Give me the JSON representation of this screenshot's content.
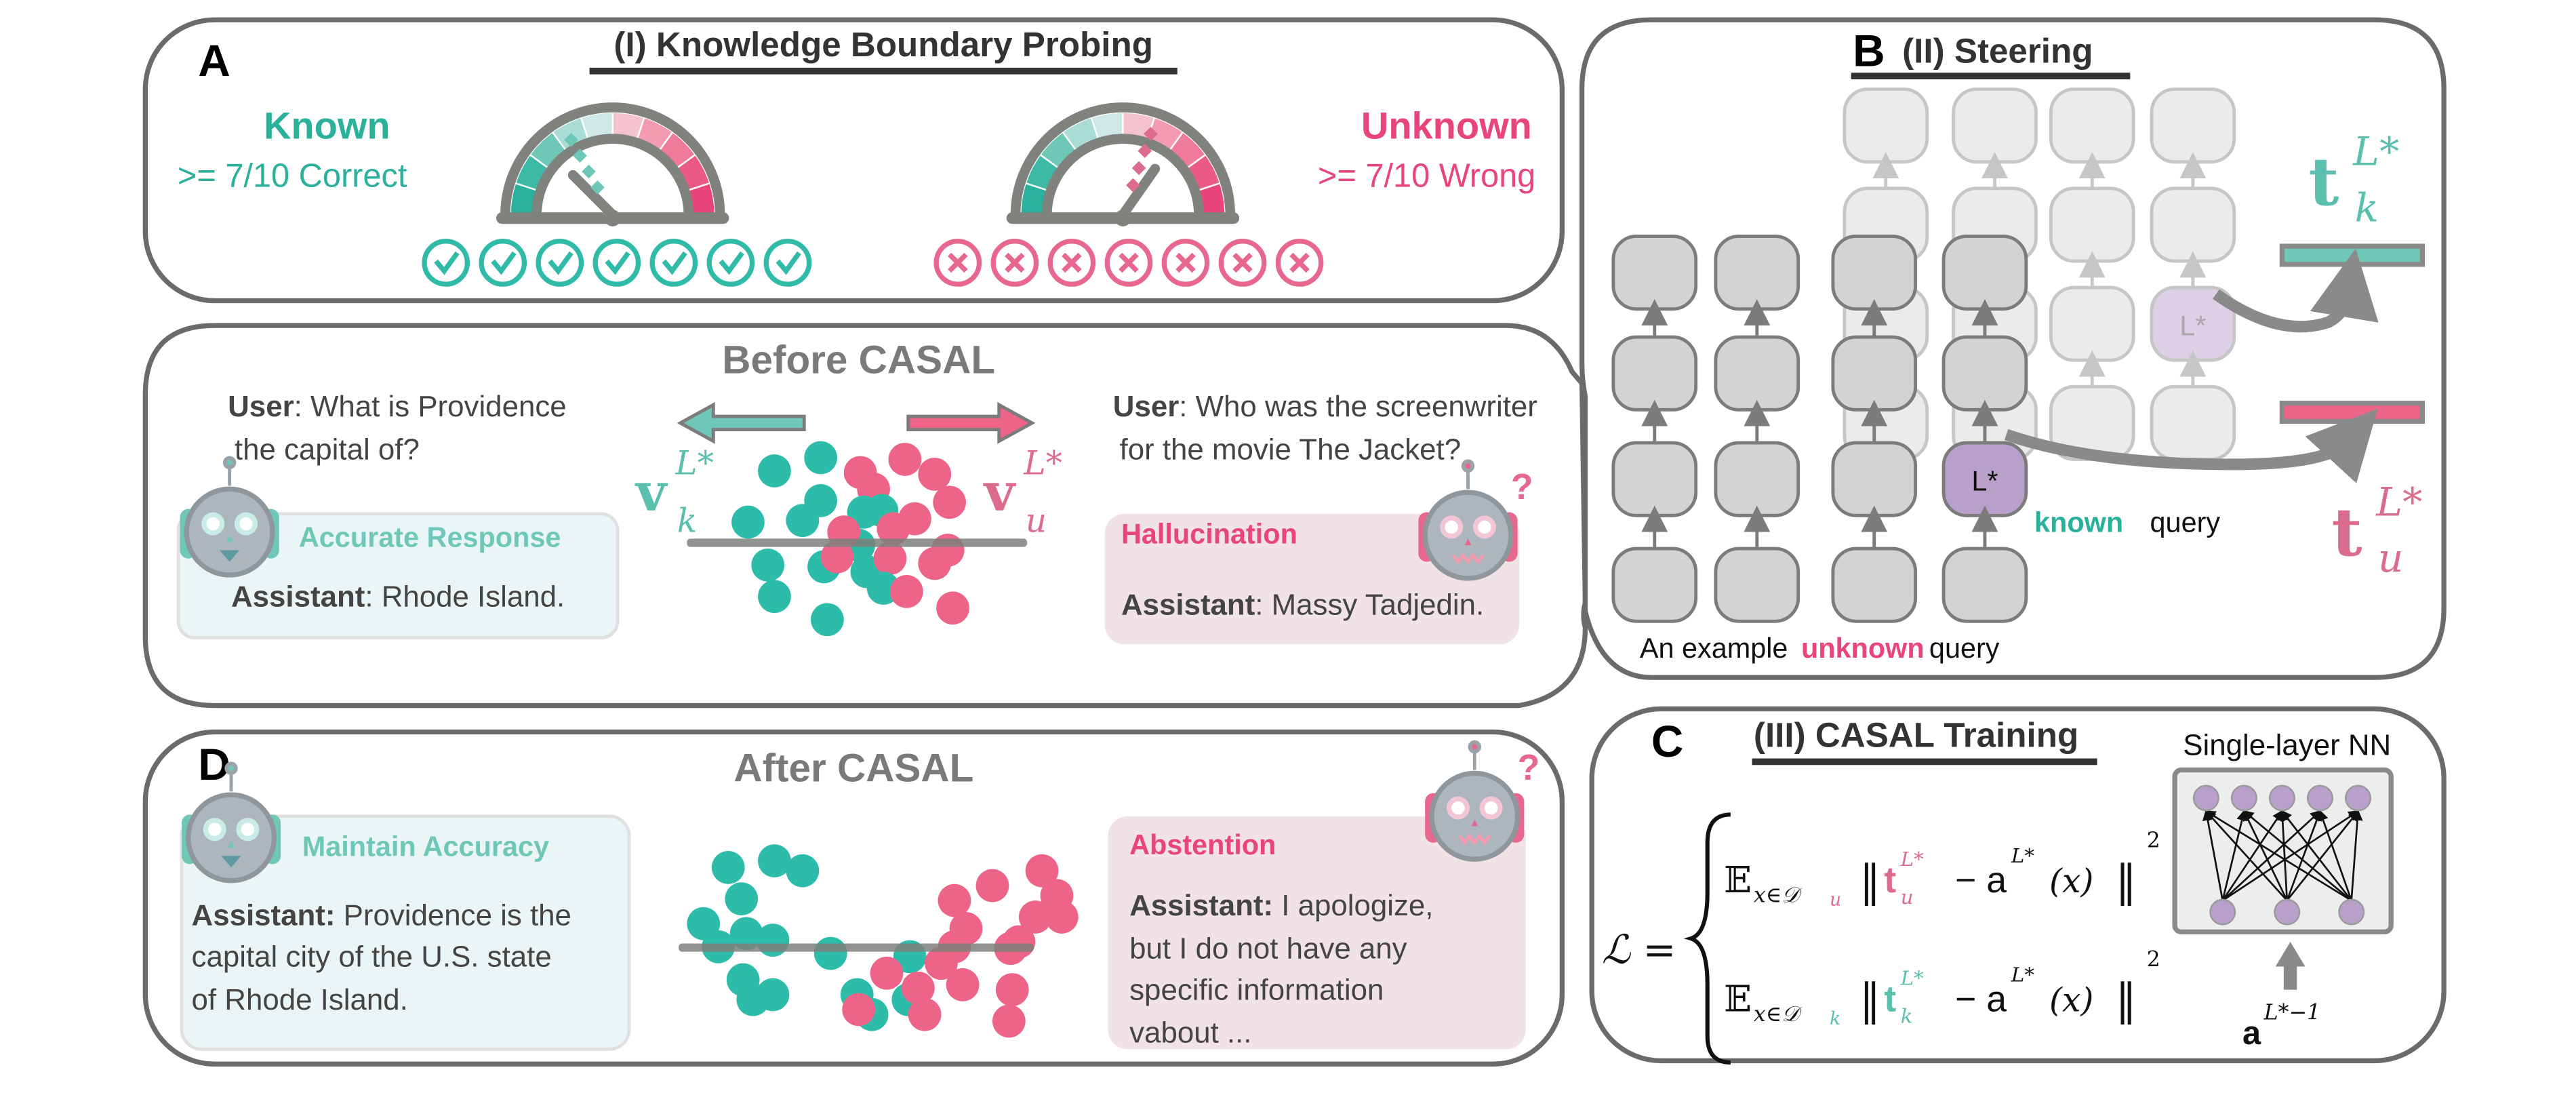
{
  "colors": {
    "known": "#2ab09b",
    "known_light": "#6fc7b8",
    "unknown": "#e8457a",
    "unknown_light": "#ee6388",
    "border": "#6b6b6b",
    "node_dark": "#d3d3d3",
    "node_light": "#ebebeb",
    "lstar": "#b9a0cb",
    "lstar_light": "#ddd0e6"
  },
  "panel_a": {
    "letter": "A",
    "title": "(I) Knowledge Boundary Probing",
    "known": {
      "label": "Known",
      "criterion": ">= 7/10 Correct",
      "icon": "check-circle-icon",
      "count": 7
    },
    "unknown": {
      "label": "Unknown",
      "criterion": ">= 7/10 Wrong",
      "icon": "x-circle-icon",
      "count": 7
    }
  },
  "panel_b": {
    "letter": "B",
    "title": "(II) Steering",
    "lstar": "L*",
    "known_word": "known",
    "query_word": "query",
    "caption": {
      "pre": "An  example",
      "unknown": "unknown",
      "post": "query"
    },
    "target_known": {
      "base": "t",
      "sup": "L*",
      "sub": "k"
    },
    "target_unknown": {
      "base": "t",
      "sup": "L*",
      "sub": "u"
    }
  },
  "panel_before": {
    "title": "Before CASAL",
    "left": {
      "user_label": "User",
      "user_line1": ": What is Providence",
      "user_line2": "the capital of?",
      "card_title": "Accurate Response",
      "assistant_label": "Assistant",
      "assistant_text": ": Rhode Island."
    },
    "right": {
      "user_label": "User",
      "user_line1": ": Who was the screenwriter",
      "user_line2": "for the movie The Jacket?",
      "card_title": "Hallucination",
      "assistant_label": "Assistant",
      "assistant_text": ": Massy Tadjedin."
    },
    "vec_known": {
      "base": "v",
      "sup": "L*",
      "sub": "k"
    },
    "vec_unknown": {
      "base": "v",
      "sup": "L*",
      "sub": "u"
    }
  },
  "panel_c": {
    "letter": "C",
    "title": "(III) CASAL Training",
    "nn_label": "Single-layer NN",
    "loss_symbol": "ℒ =",
    "row1": {
      "E": "𝔼",
      "sub": "x∈𝒟",
      "sub_idx": "u",
      "t": "t",
      "t_sup": "L*",
      "t_sub": "u",
      "rest": "− a",
      "rest_sup": "L*",
      "arg": "(x)",
      "sq": "2"
    },
    "row2": {
      "E": "𝔼",
      "sub": "x∈𝒟",
      "sub_idx": "k",
      "t": "t",
      "t_sup": "L*",
      "t_sub": "k",
      "rest": "− a",
      "rest_sup": "L*",
      "arg": "(x)",
      "sq": "2"
    },
    "input_label": {
      "base": "a",
      "sup": "L*−1"
    },
    "nn_top_nodes": 5,
    "nn_bottom_nodes": 3
  },
  "panel_d": {
    "letter": "D",
    "title": "After CASAL",
    "left": {
      "card_title": "Maintain Accuracy",
      "assistant_label": "Assistant:",
      "lines": [
        " Providence is the",
        "capital city of the U.S. state",
        "of Rhode Island."
      ]
    },
    "right": {
      "card_title": "Abstention",
      "assistant_label": "Assistant:",
      "lines": [
        " I apologize,",
        "but I do not  have any",
        "specific information",
        "vabout ..."
      ]
    }
  }
}
